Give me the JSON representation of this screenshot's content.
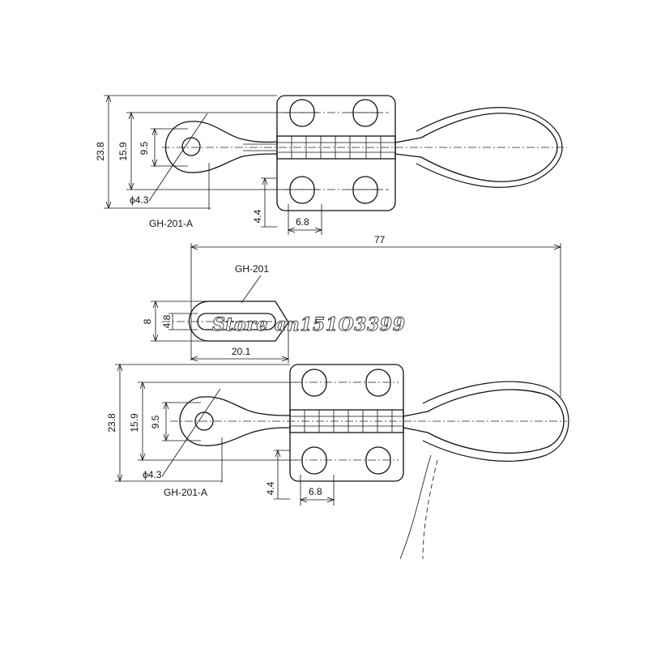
{
  "watermark": {
    "text": "Store an151O3399"
  },
  "top_view": {
    "model_label": "GH-201-A",
    "dims": {
      "height_total": "23.8",
      "height_mid": "15.9",
      "height_eye": "9.5",
      "hole_dia": "ϕ4.3",
      "slot_offset": "4.4",
      "slot_width": "6.8"
    }
  },
  "side_view": {
    "model_label": "GH-201",
    "dims": {
      "overall_length": "77",
      "tip_height": "8",
      "tip_slot": "4.8",
      "tip_length": "20.1"
    }
  },
  "bottom_view": {
    "model_label": "GH-201-A",
    "dims": {
      "height_total": "23.8",
      "height_mid": "15.9",
      "height_eye": "9.5",
      "hole_dia": "ϕ4.3",
      "slot_offset": "4.4",
      "slot_width": "6.8"
    }
  }
}
